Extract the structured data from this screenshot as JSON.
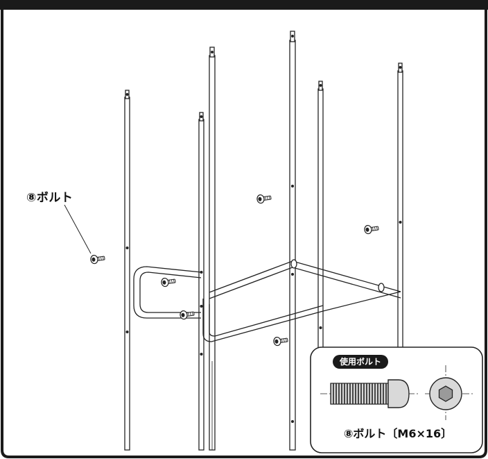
{
  "callout": {
    "label": "⑧ボルト"
  },
  "inset": {
    "badge_label": "使用ボルト",
    "caption": "⑧ボルト〔M6×16〕"
  },
  "colors": {
    "frame": "#1a1a1a",
    "rod_fill": "#ffffff",
    "line": "#222222",
    "bolt_fill": "#d9d9d9",
    "inset_bg": "#ffffff"
  }
}
